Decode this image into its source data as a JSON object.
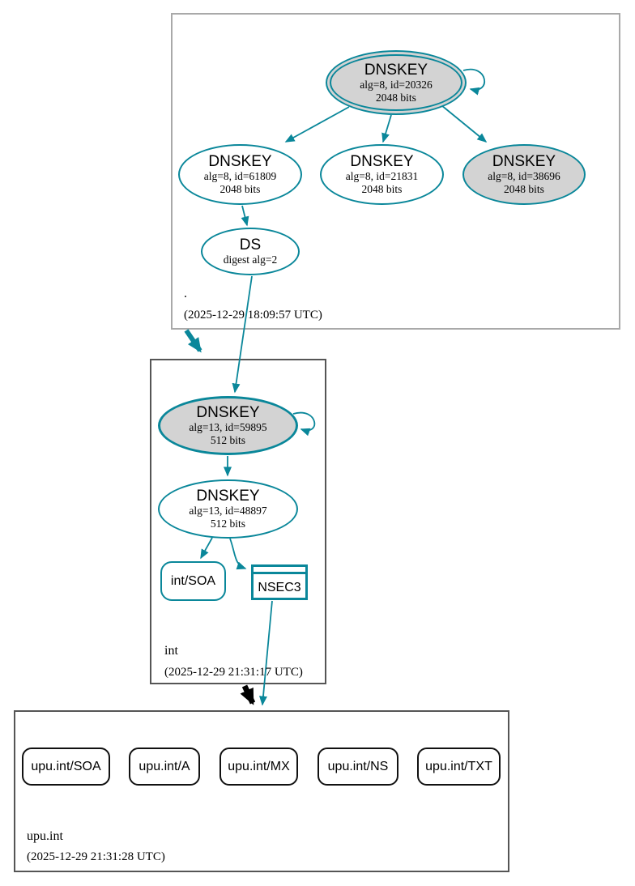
{
  "diagram_type": "dnssec-authentication-chain",
  "colors": {
    "secure": "#0a879a",
    "insecure_edge": "#000000",
    "sep_key_fill": "#d3d3d3",
    "zone_border_root": "#a9a9a9",
    "zone_border_child": "#555555"
  },
  "root_zone": {
    "label": ".",
    "timestamp": "(2025-12-29 18:09:57 UTC)",
    "ksk": {
      "title": "DNSKEY",
      "detail1": "alg=8, id=20326",
      "detail2": "2048 bits"
    },
    "zsk1": {
      "title": "DNSKEY",
      "detail1": "alg=8, id=61809",
      "detail2": "2048 bits"
    },
    "zsk2": {
      "title": "DNSKEY",
      "detail1": "alg=8, id=21831",
      "detail2": "2048 bits"
    },
    "zsk3": {
      "title": "DNSKEY",
      "detail1": "alg=8, id=38696",
      "detail2": "2048 bits"
    },
    "ds": {
      "title": "DS",
      "detail1": "digest alg=2"
    }
  },
  "int_zone": {
    "label": "int",
    "timestamp": "(2025-12-29 21:31:17 UTC)",
    "ksk": {
      "title": "DNSKEY",
      "detail1": "alg=13, id=59895",
      "detail2": "512 bits"
    },
    "zsk": {
      "title": "DNSKEY",
      "detail1": "alg=13, id=48897",
      "detail2": "512 bits"
    },
    "soa": {
      "label": "int/SOA"
    },
    "nsec3": {
      "label": "NSEC3"
    }
  },
  "upu_zone": {
    "label": "upu.int",
    "timestamp": "(2025-12-29 21:31:28 UTC)",
    "rrsets": [
      "upu.int/SOA",
      "upu.int/A",
      "upu.int/MX",
      "upu.int/NS",
      "upu.int/TXT"
    ]
  }
}
